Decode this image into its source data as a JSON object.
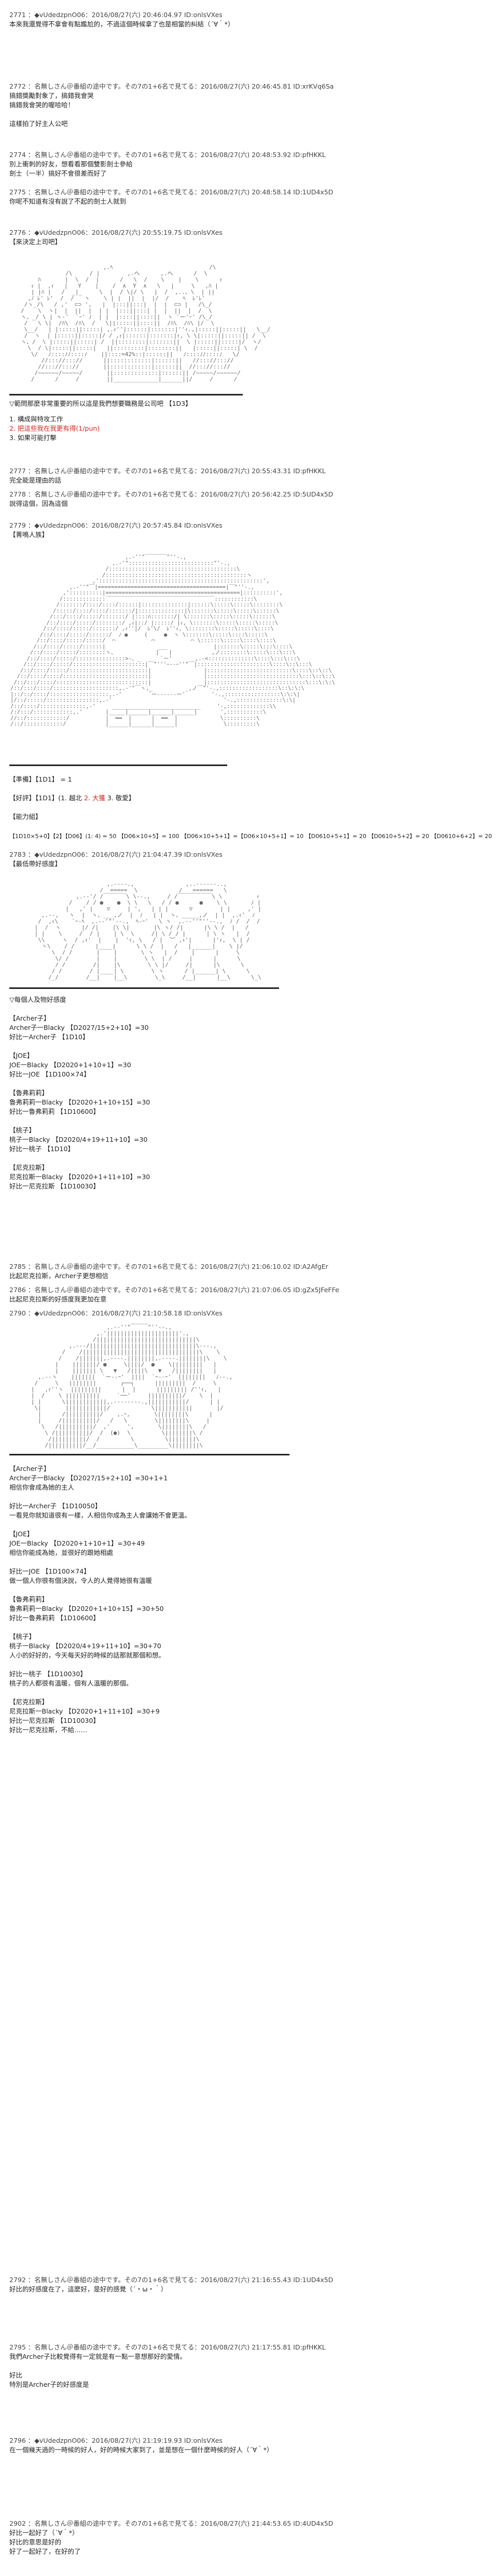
{
  "posts": [
    {
      "header": "2771 ：◆vUdedzpnO06：2016/08/27(六) 20:46:04.97 ID:onlsVXes",
      "lines": [
        "本來我還覺得不拿會有點尷尬的，不過這個時候拿了也是相當的糾結（´∀｀*）"
      ]
    },
    {
      "header": "2772 ：名無しさん＠番組の途中です。その7の1+6名で見てる：2016/08/27(六) 20:46:45.81 ID:xrKVq6Sa",
      "lines": [
        "搞錯獎勵對象了，搞錯我會哭",
        "搞錯我會哭的喔哈哈！",
        "",
        "這樣拍了好主人公吧"
      ]
    },
    {
      "header": "2774 ：名無しさん＠番組の途中です。その7の1+6名で見てる：2016/08/27(六) 20:48:53.92 ID:pfHKKL",
      "lines": [
        "別上衝刺的好友，想看看那個雙影劍士參給",
        "劍士（一半）搞好不會很差而好了"
      ]
    },
    {
      "header": "2775 ：名無しさん＠番組の途中です。その7の1+6名で見てる：2016/08/27(六) 20:48:58.14 ID:1UD4x5D",
      "lines": [
        "你呢不知道有沒有說了不起的劍士人就到"
      ]
    },
    {
      "header": "2776 ：◆vUdedzpnO06：2016/08/27(六) 20:55:19.75 ID:onlsVXes",
      "lines": [
        "【來決定上司吧】"
      ]
    },
    {
      "header": "",
      "lines": [
        "▽範問那麼非常重要的所以這是我們想要職務是公司吧 【1D3】"
      ]
    },
    {
      "header": "",
      "lines": [
        "1. 構成與特攻工作",
        "2. 把這些我在我更有得(1/pun)",
        "3. 如果可能打擊"
      ]
    },
    {
      "header": "2777 ：名無しさん＠番組の途中です。その7の1+6名で見てる：2016/08/27(六) 20:55:43.31 ID:pfHKKL",
      "lines": [
        "完全能是理由的話"
      ]
    },
    {
      "header": "2778 ：名無しさん＠番組の途中です。その7の1+6名で見てる：2016/08/27(六) 20:56:42.25 ID:5UD4x5D",
      "lines": [
        "說得這個，因為這個"
      ]
    },
    {
      "header": "2779 ：◆vUdedzpnO06：2016/08/27(六) 20:57:45.84 ID:onlsVXes",
      "lines": [
        "【菁鳴人族】"
      ]
    },
    {
      "header": "",
      "lines": [
        "【準備】【1D1】 = 1",
        "",
        "【好評】【1D1】(1. 越北 2. 大獲 3. 敬愛】",
        "",
        "【能力組】"
      ]
    },
    {
      "header": "",
      "lines": [
        "【1D10×5+0】【2】【D06】(1: 4) = 50 【D06×10+5】= 100 【D06×10+5+1】=【D06×10+5+1】= 10 【D0610+5+1】= 20 【D0610+5+2】= 20 【D0610+6+2】= 20"
      ]
    },
    {
      "header": "2783 ：◆vUdedzpnO06：2016/08/27(六) 21:04:47.39 ID:onlsVXes",
      "lines": [
        "【最低帶好感度】"
      ]
    },
    {
      "header": "",
      "lines": [
        "▽每個人及物好感度",
        "",
        "【Archer子】",
        "Archer子一Blacky 【D2027/15+2+10】=30",
        "好比一Archer子 【1D10】",
        "",
        "【JOE】",
        "JOE一Blacky 【D2020+1+10+1】=30",
        "好比一JOE 【1D100×74】",
        "",
        "【魯弗莉莉】",
        "魯弗莉莉一Blacky 【D2020+1+10+15】=30",
        "好比一魯弗莉莉 【1D10600】",
        "",
        "【桃子】",
        "桃子一Blacky 【D2020/4+19+11+10】=30",
        "好比一桃子 【1D10】",
        "",
        "【尼克拉斯】",
        "尼克拉斯一Blacky 【D2020+1+11+10】=30",
        "好比一尼克拉斯 【1D10030】"
      ]
    },
    {
      "header": "2785 ：名無しさん＠番組の途中です。その7の1+6名で見てる：2016/08/27(六) 21:06:10.02 ID:A2AfgEr",
      "lines": [
        "比起尼克拉斯，Archer子更想相信"
      ]
    },
    {
      "header": "2786 ：名無しさん＠番組の途中です。その7の1+6名で見てる：2016/08/27(六) 21:07:06.05 ID:gZx5JFeFFe",
      "lines": [
        "比起尼克拉斯的好感度我更加在意"
      ]
    },
    {
      "header": "2790 ：◆vUdedzpnO06：2016/08/27(六) 21:10:58.18 ID:onlsVXes",
      "lines": []
    },
    {
      "header": "",
      "lines": [
        "【Archer子】",
        "Archer子一Blacky 【D2027/15+2+10】=30+1+1",
        "相信你會成為她的主人",
        "",
        "好比一Archer子 【1D10050】",
        "一看見你就知道很有一樣，人相信你成為主人會讓她不會更溫。",
        "",
        "【JOE】",
        "JOE一Blacky 【D2020+1+10+1】=30+49",
        "相信你能成為她，並很好的跟她相處",
        "",
        "好比一JOE 【1D100×74】",
        "做一個人你很有個決說，令人的人覺得她很有溫暖",
        "",
        "【魯弗莉莉】",
        "魯弗莉莉一Blacky 【D2020+1+10+15】=30+50",
        "好比一魯弗莉莉 【1D10600】",
        "",
        "【桃子】",
        "桃子一Blacky 【D2020/4+19+11+10】=30+70",
        "人小的好好的，今天每天好的時候的話那就那個和想。",
        "",
        "好比一桃子 【1D10030】",
        "桃子的人都很有溫暖，個有人溫暖的那個。",
        "",
        "【尼克拉斯】",
        "尼克拉斯一Blacky 【D2020+1+11+10】=30+9",
        "好比一尼克拉斯 【1D10030】",
        "好比一尼克拉斯，不給……"
      ]
    },
    {
      "header": "2792 ：名無しさん＠番組の途中です。その7の1+6名で見てる：2016/08/27(六) 21:16:55.43 ID:1UD4x5D",
      "lines": [
        "好比的好感度在了，這麼好，是好的感覺（´・ω・｀）"
      ]
    },
    {
      "header": "2795 ：名無しさん＠番組の途中です。その7の1+6名で見てる：2016/08/27(六) 21:17:55.81 ID:pfHKKL",
      "lines": [
        "我們Archer子比較覺得有一定就是有一點一意想那好的愛情。",
        "",
        "好比",
        "特別是Archer子的好感度是"
      ]
    },
    {
      "header": "2796 ：◆vUdedzpnO06：2016/08/27(六) 21:19:19.93 ID:onlsVXes",
      "lines": [
        "在一個幾天過的一時候的好人，好的時候大家到了，並是想在一個什麼時候的好人（´∀｀*）"
      ]
    },
    {
      "header": "2902 ：名無しさん＠番組の途中です。その7の1+6名で見てる：2016/08/27(六) 21:44:53.65 ID:4UD4x5D",
      "lines": [
        "好比一起好了（´∀｀*）",
        "好比的意思是好的",
        "好了一起好了，在好的了"
      ]
    }
  ],
  "red_lines": [
    "2. 把這些我在我更有得(1/pun)",
    "2. 大獲"
  ]
}
